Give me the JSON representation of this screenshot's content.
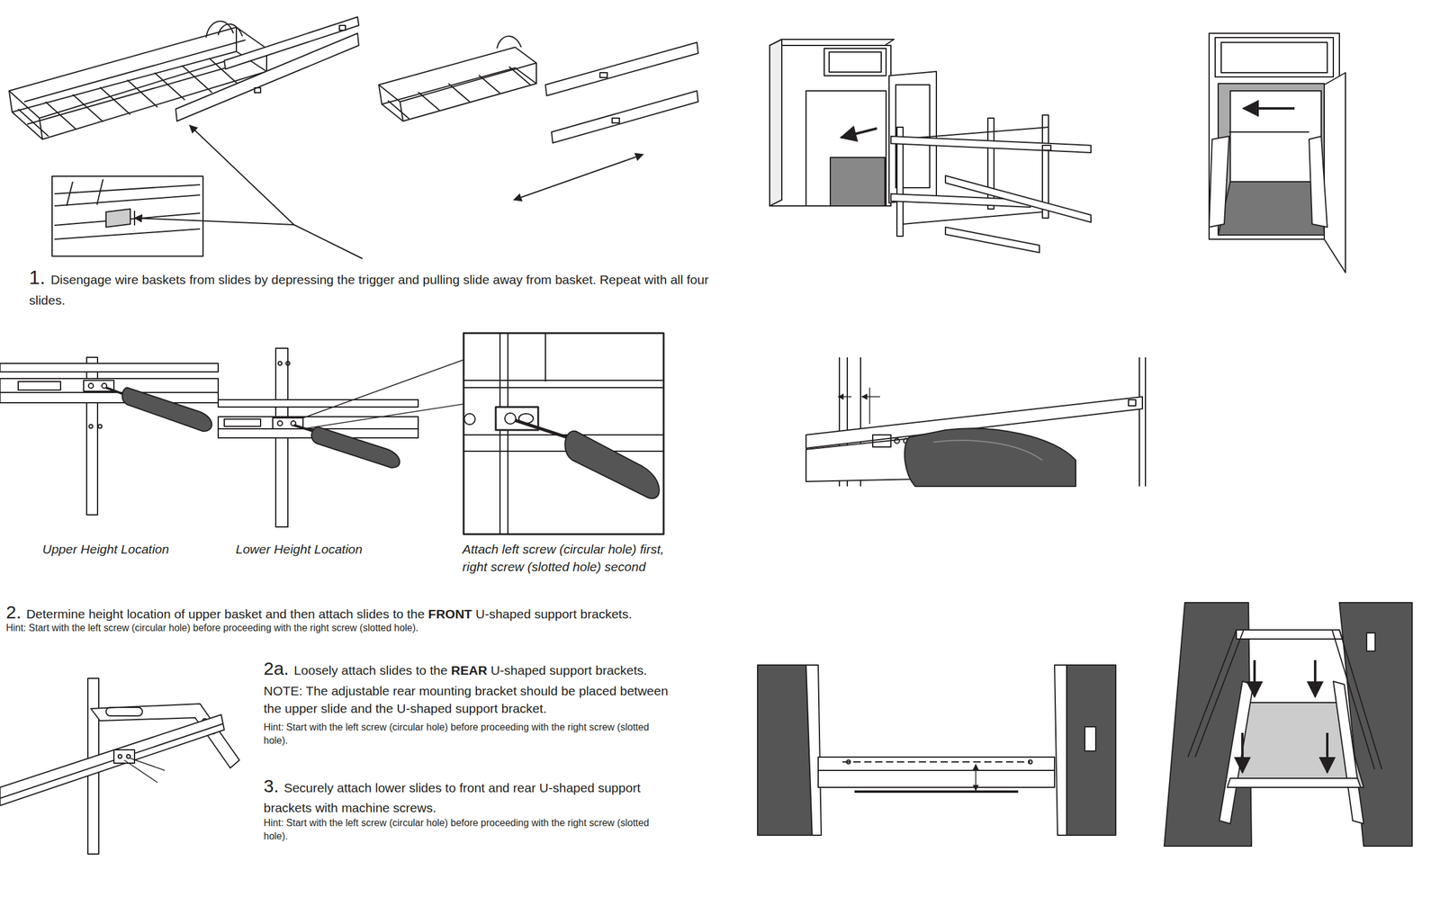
{
  "diagram": {
    "labels": [
      "1.",
      "Disengage wire baskets from slides by depressing the trigger and pulling slide away from basket. Repeat with all four slides.",
      "Upper Height Location",
      "Lower Height Location",
      "Attach left screw (circular hole) first, right screw (slotted hole) second",
      "2.",
      "Determine height location of upper basket and then attach slides to the",
      "FRONT",
      "U-shaped support brackets.",
      "Hint: Start with the left screw (circular hole) before proceeding with the right screw (slotted hole).",
      "2a.",
      "Loosely attach slides to the",
      "REAR",
      "U-shaped support brackets.",
      "NOTE: The adjustable rear mounting bracket should be placed between the upper slide and the U-shaped support bracket.",
      "Hint: Start with the left screw (circular hole) before proceeding with the right screw (slotted hole).",
      "3.",
      "Securely attach lower slides to front and rear U-shaped support brackets with machine screws.",
      "Hint: Start with the left screw (circular hole) before proceeding with the right screw (slotted hole)."
    ]
  }
}
